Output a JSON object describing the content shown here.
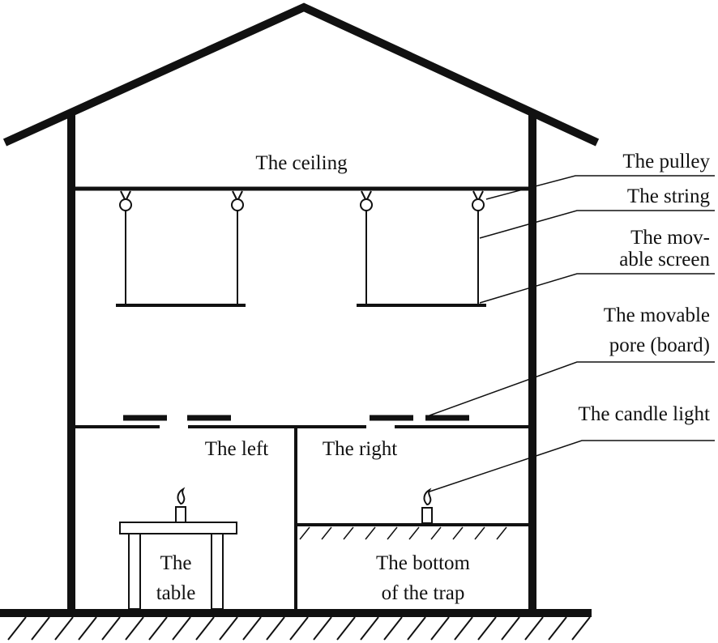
{
  "labels": {
    "ceiling": "The ceiling",
    "pulley": "The pulley",
    "string": "The string",
    "movable_screen_line1": "The mov-",
    "movable_screen_line2": "able screen",
    "movable_pore_line1": "The movable",
    "movable_pore_line2": "pore (board)",
    "candle_light": "The candle light",
    "left": "The left",
    "right": "The right",
    "table_line1": "The",
    "table_line2": "table",
    "bottom_line1": "The bottom",
    "bottom_line2": "of the trap"
  }
}
